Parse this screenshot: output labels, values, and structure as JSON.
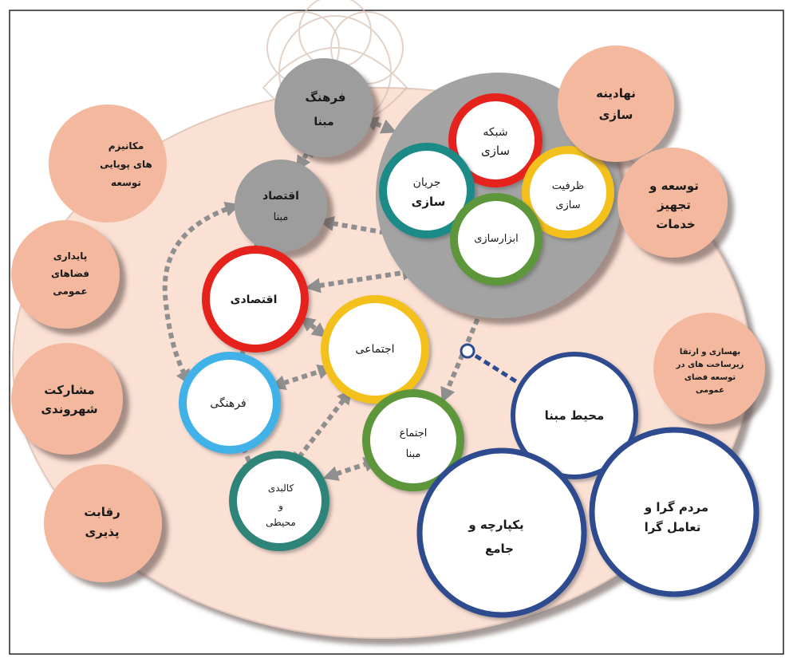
{
  "labels": {
    "farhang_mabna": [
      "فرهنگ",
      "مبنا"
    ],
    "eghtesad_mabna": [
      "اقتصاد",
      "مبنا"
    ],
    "shabake": [
      "شبکه",
      "سازی"
    ],
    "jaryan": [
      "جریان",
      "سازی"
    ],
    "zarfiyat": [
      "ظرفیت",
      "سازی"
    ],
    "abzar": [
      "ابزارسازی"
    ],
    "eghtesadi": [
      "اقتصادی"
    ],
    "ejtemaei": [
      "اجتماعی"
    ],
    "farhangi": [
      "فرهنگی"
    ],
    "ejtema_mabna": [
      "اجتماع",
      "مبنا"
    ],
    "kalbadi": [
      "کالبدی",
      "و",
      "محیطی"
    ],
    "mohit_mabna": [
      "محیط مبنا"
    ],
    "yekparche": [
      "یکپارچه و",
      "جامع"
    ],
    "mardomgara": [
      "مردم گرا و",
      "تعامل گرا"
    ],
    "nahadine": [
      "نهادینه",
      "سازی"
    ],
    "tose": [
      "توسعه و",
      "تجهیز",
      "خدمات"
    ],
    "behsazi": [
      "بهسازی و ارتقا",
      "زیرساخت های در",
      "توسعه فضای",
      "عمومی"
    ],
    "mekanizm": [
      "مکانیزم",
      "های پویایی",
      "توسعه"
    ],
    "paydari": [
      "پایداری",
      "فضاهای",
      "عمومی"
    ],
    "mosharekat": [
      "مشارکت",
      "شهروندی"
    ],
    "reghabat": [
      "رقابت",
      "پذیری"
    ]
  },
  "colors": {
    "background_disc": "#fbe0d4",
    "background_stroke": "#e3c8bc",
    "peach_node": "#f3b89d",
    "gray_node": "#9d9d9d",
    "hub_gray": "#a3a3a3",
    "red": "#e5231f",
    "teal": "#1e8a86",
    "yellow": "#f4c11b",
    "green": "#5d963a",
    "light_blue": "#3fb2e8",
    "dark_green": "#2f8478",
    "navy": "#2d4b8f",
    "arrow": "#8f8f8f",
    "watermark": "#d8bfb2"
  }
}
